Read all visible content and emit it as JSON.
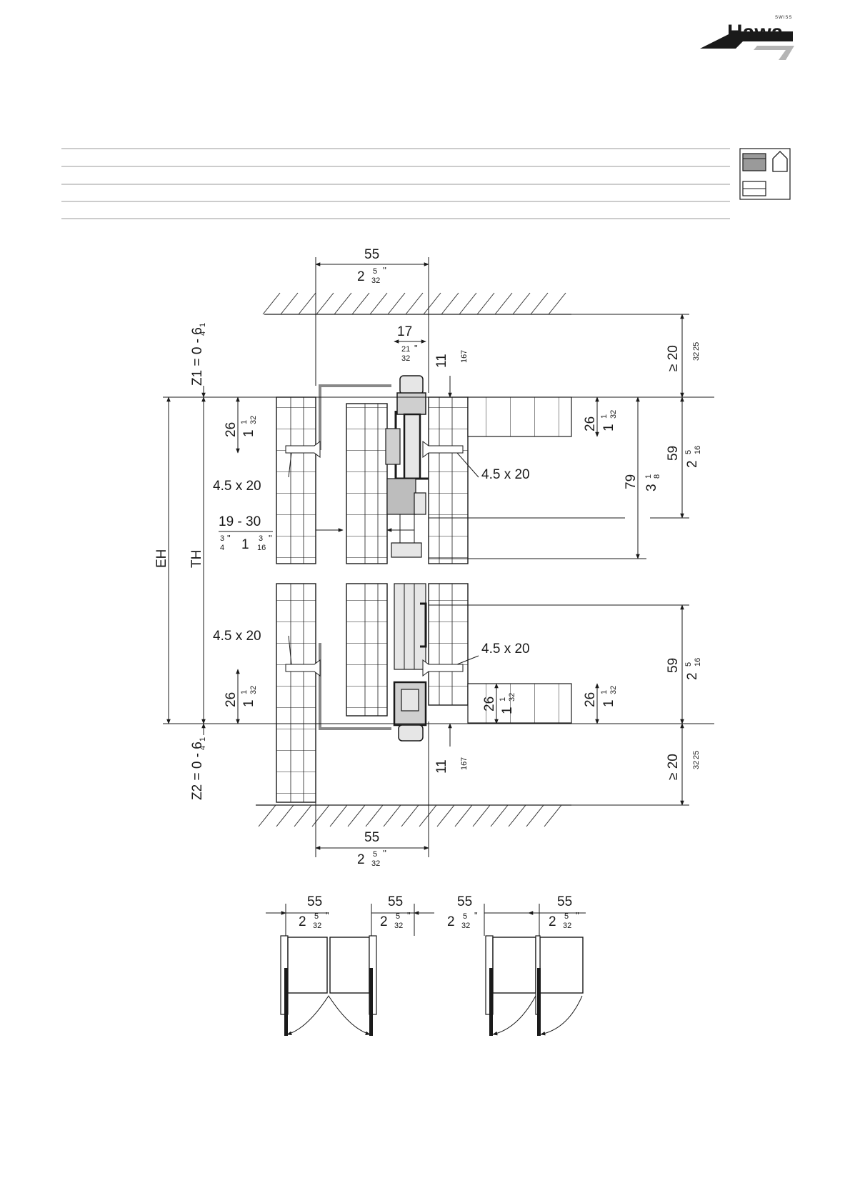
{
  "brand": {
    "name": "Hawa",
    "tag": "SWISS"
  },
  "colors": {
    "ink": "#1a1a1a",
    "rule": "#9a9a9a",
    "hatch": "#333333",
    "fill": "#cfcfcf",
    "metal": "#e6e6e6",
    "dark": "#222222"
  },
  "header_icon": {
    "icons": [
      "sliding-panel-icon",
      "house-icon",
      "double-line-icon"
    ]
  },
  "labels": {
    "top_width_mm": "55",
    "top_width_in_whole": "2",
    "top_width_in_num": "5",
    "top_width_in_den": "32",
    "z1": "Z1 = 0 - 6",
    "z1_in_num": "1",
    "z1_in_den": "4",
    "z2": "Z2 = 0 - 6",
    "z2_in_num": "1",
    "z2_in_den": "4",
    "eh": "EH",
    "th": "TH",
    "track_w_mm": "17",
    "track_w_in_num": "21",
    "track_w_in_den": "32",
    "gap_mm": "11",
    "gap_in_num": "7",
    "gap_in_den": "16",
    "ceil_gap_mm": "≥ 20",
    "ceil_gap_in_num": "25",
    "ceil_gap_in_den": "32",
    "h26_mm": "26",
    "h26_in_whole": "1",
    "h26_in_num": "1",
    "h26_in_den": "32",
    "h59_mm": "59",
    "h59_in_whole": "2",
    "h59_in_num": "5",
    "h59_in_den": "16",
    "h79_mm": "79",
    "h79_in_whole": "3",
    "h79_in_num": "1",
    "h79_in_den": "8",
    "screw": "4.5 x 20",
    "thick_mm": "19 - 30",
    "thick_in_a_num": "3",
    "thick_in_a_den": "4",
    "thick_in_b_whole": "1",
    "thick_in_b_num": "3",
    "thick_in_b_den": "16",
    "bottom_width_mm": "55",
    "plan_width_mm": "55",
    "inch_mark": "\"",
    "inch_mark_b": "''"
  }
}
